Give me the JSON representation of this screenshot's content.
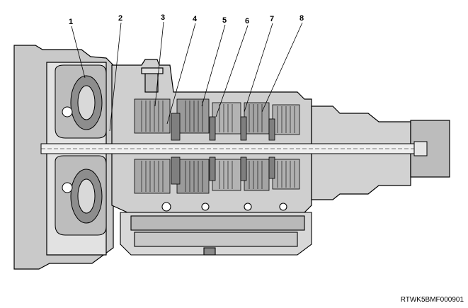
{
  "callouts": [
    {
      "id": "1",
      "label": "1"
    },
    {
      "id": "2",
      "label": "2"
    },
    {
      "id": "3",
      "label": "3"
    },
    {
      "id": "4",
      "label": "4"
    },
    {
      "id": "5",
      "label": "5"
    },
    {
      "id": "6",
      "label": "6"
    },
    {
      "id": "7",
      "label": "7"
    },
    {
      "id": "8",
      "label": "8"
    }
  ],
  "figure_code": "RTWK5BMF000901",
  "colors": {
    "line": "#000000",
    "fill_light": "#d6d6d6",
    "fill_mid": "#a8a8a8",
    "fill_dark": "#6e6e6e",
    "background": "#ffffff"
  }
}
